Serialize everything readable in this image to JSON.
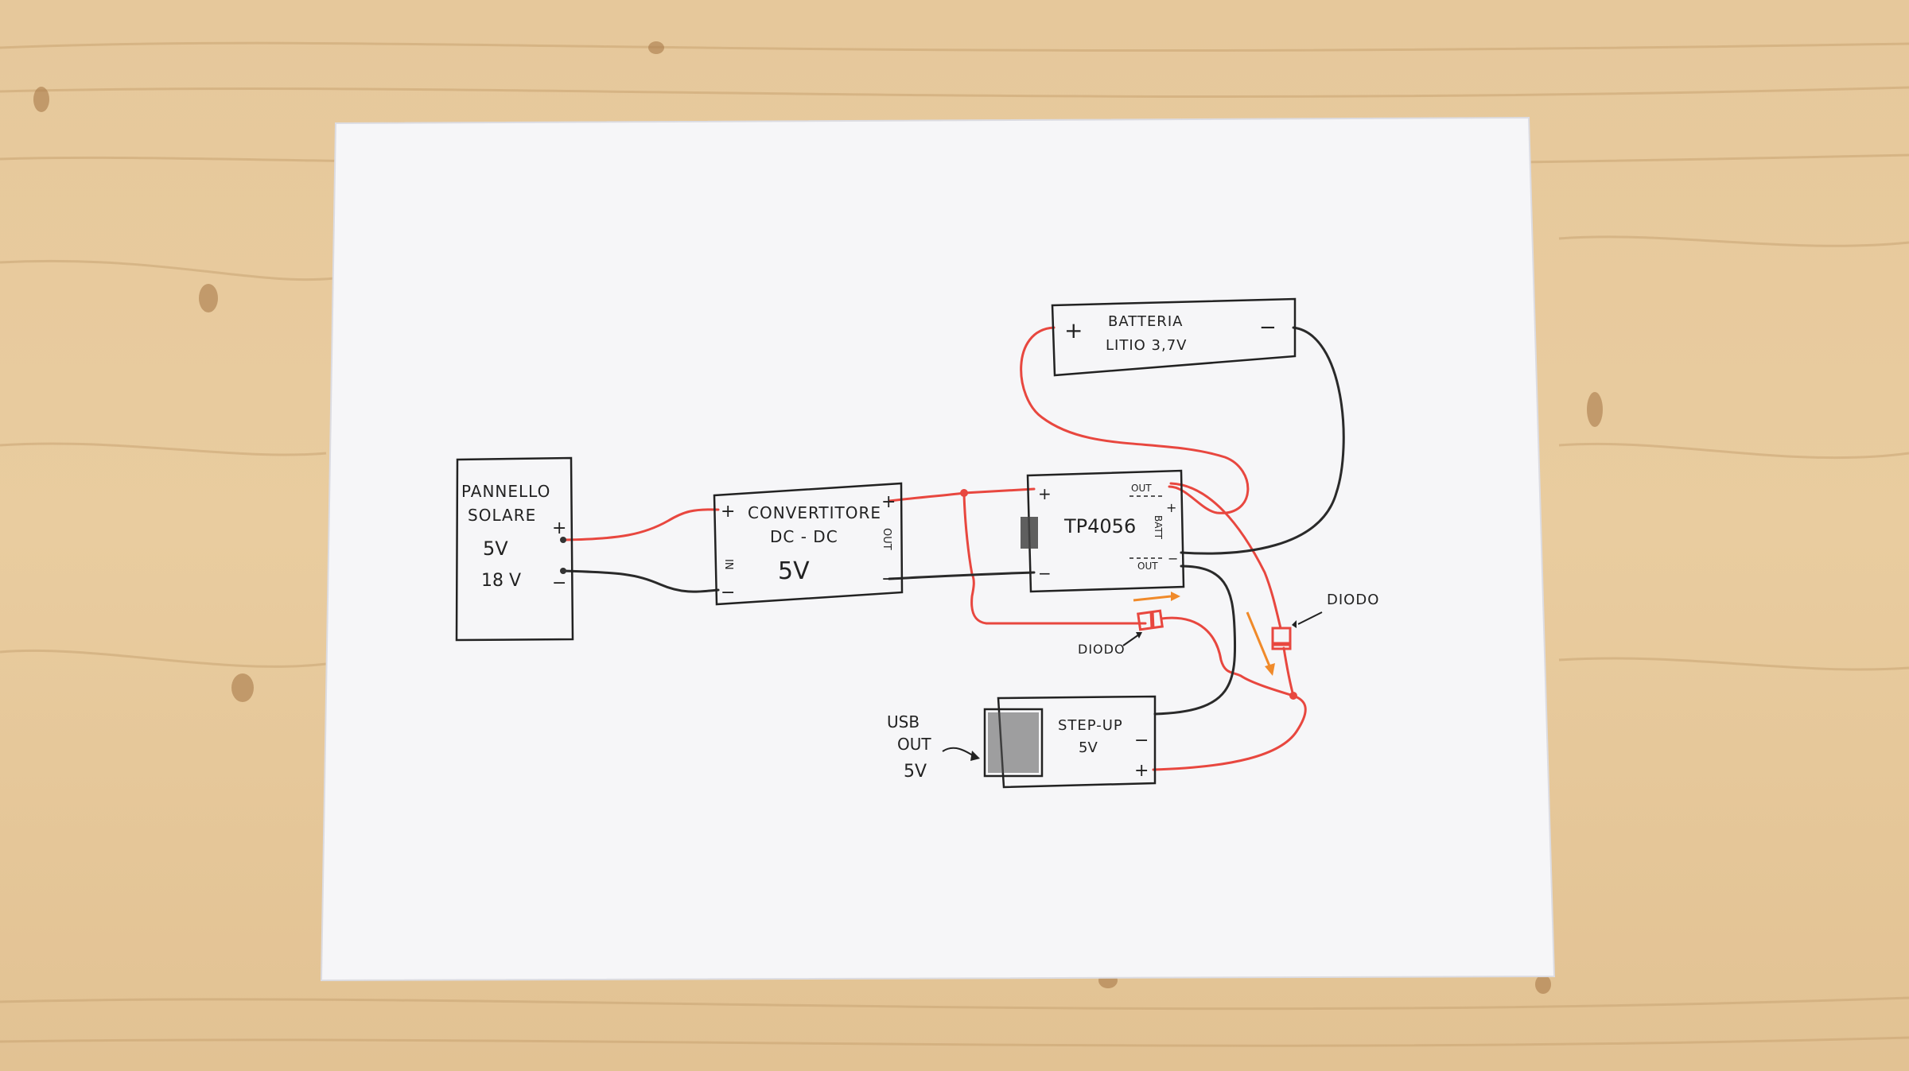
{
  "diagram": {
    "solar_panel": {
      "line1": "PANNELLO",
      "line2": "SOLARE",
      "v_min": "5V",
      "v_max": "18 V",
      "plus": "+",
      "minus": "−"
    },
    "converter": {
      "line1": "CONVERTITORE",
      "line2": "DC - DC",
      "out_v": "5V",
      "in_plus": "+",
      "in_minus": "−",
      "out_plus": "+",
      "out_minus": "−",
      "side_in": "IN",
      "side_out": "OUT"
    },
    "charger": {
      "name": "TP4056",
      "in_plus": "+",
      "in_minus": "−",
      "bat": "BATT",
      "out_top": "OUT",
      "out_bottom": "OUT",
      "out_plus": "+",
      "out_minus": "−"
    },
    "battery": {
      "line1": "BATTERIA",
      "line2": "LITIO 3,7V",
      "plus": "+",
      "minus": "−"
    },
    "diode_left": {
      "label": "DIODO"
    },
    "diode_right": {
      "label": "DIODO"
    },
    "stepup": {
      "line1": "STEP-UP",
      "line2": "5V",
      "in_minus": "−",
      "in_plus": "+"
    },
    "usb": {
      "line1": "USB",
      "line2": "OUT",
      "line3": "5V"
    },
    "colors": {
      "positive_wire": "#e8473f",
      "negative_wire": "#2a2a2a",
      "paper": "#f6f6f8",
      "diode_marker": "#f08a2a"
    }
  }
}
